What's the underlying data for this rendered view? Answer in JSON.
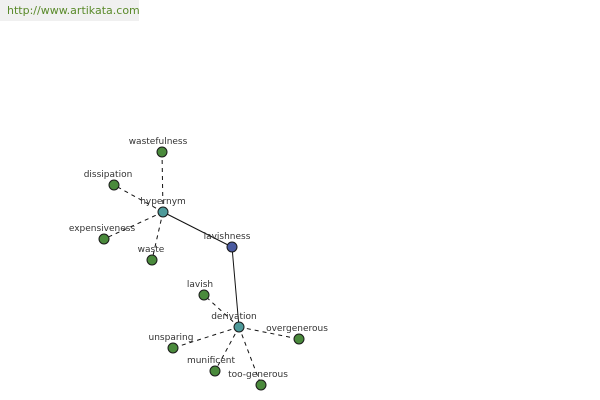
{
  "site": {
    "url": "http://www.artikata.com"
  },
  "graph": {
    "colors": {
      "center": "#4a5aa0",
      "hub": "#4e9a9a",
      "leaf": "#4a8a3c"
    },
    "nodes": [
      {
        "id": "lavishness",
        "label": "lavishness",
        "kind": "center"
      },
      {
        "id": "hypernym",
        "label": "hypernym",
        "kind": "hub"
      },
      {
        "id": "derivation",
        "label": "derivation",
        "kind": "hub"
      },
      {
        "id": "wastefulness",
        "label": "wastefulness",
        "kind": "leaf"
      },
      {
        "id": "dissipation",
        "label": "dissipation",
        "kind": "leaf"
      },
      {
        "id": "expensiveness",
        "label": "expensiveness",
        "kind": "leaf"
      },
      {
        "id": "waste",
        "label": "waste",
        "kind": "leaf"
      },
      {
        "id": "lavish",
        "label": "lavish",
        "kind": "leaf"
      },
      {
        "id": "unsparing",
        "label": "unsparing",
        "kind": "leaf"
      },
      {
        "id": "munificent",
        "label": "munificent",
        "kind": "leaf"
      },
      {
        "id": "too-generous",
        "label": "too-generous",
        "kind": "leaf"
      },
      {
        "id": "overgenerous",
        "label": "overgenerous",
        "kind": "leaf"
      }
    ],
    "edges": [
      {
        "from": "lavishness",
        "to": "hypernym",
        "style": "solid"
      },
      {
        "from": "lavishness",
        "to": "derivation",
        "style": "solid"
      },
      {
        "from": "hypernym",
        "to": "wastefulness",
        "style": "dashed"
      },
      {
        "from": "hypernym",
        "to": "dissipation",
        "style": "dashed"
      },
      {
        "from": "hypernym",
        "to": "expensiveness",
        "style": "dashed"
      },
      {
        "from": "hypernym",
        "to": "waste",
        "style": "dashed"
      },
      {
        "from": "derivation",
        "to": "lavish",
        "style": "dashed"
      },
      {
        "from": "derivation",
        "to": "unsparing",
        "style": "dashed"
      },
      {
        "from": "derivation",
        "to": "munificent",
        "style": "dashed"
      },
      {
        "from": "derivation",
        "to": "too-generous",
        "style": "dashed"
      },
      {
        "from": "derivation",
        "to": "overgenerous",
        "style": "dashed"
      }
    ]
  }
}
